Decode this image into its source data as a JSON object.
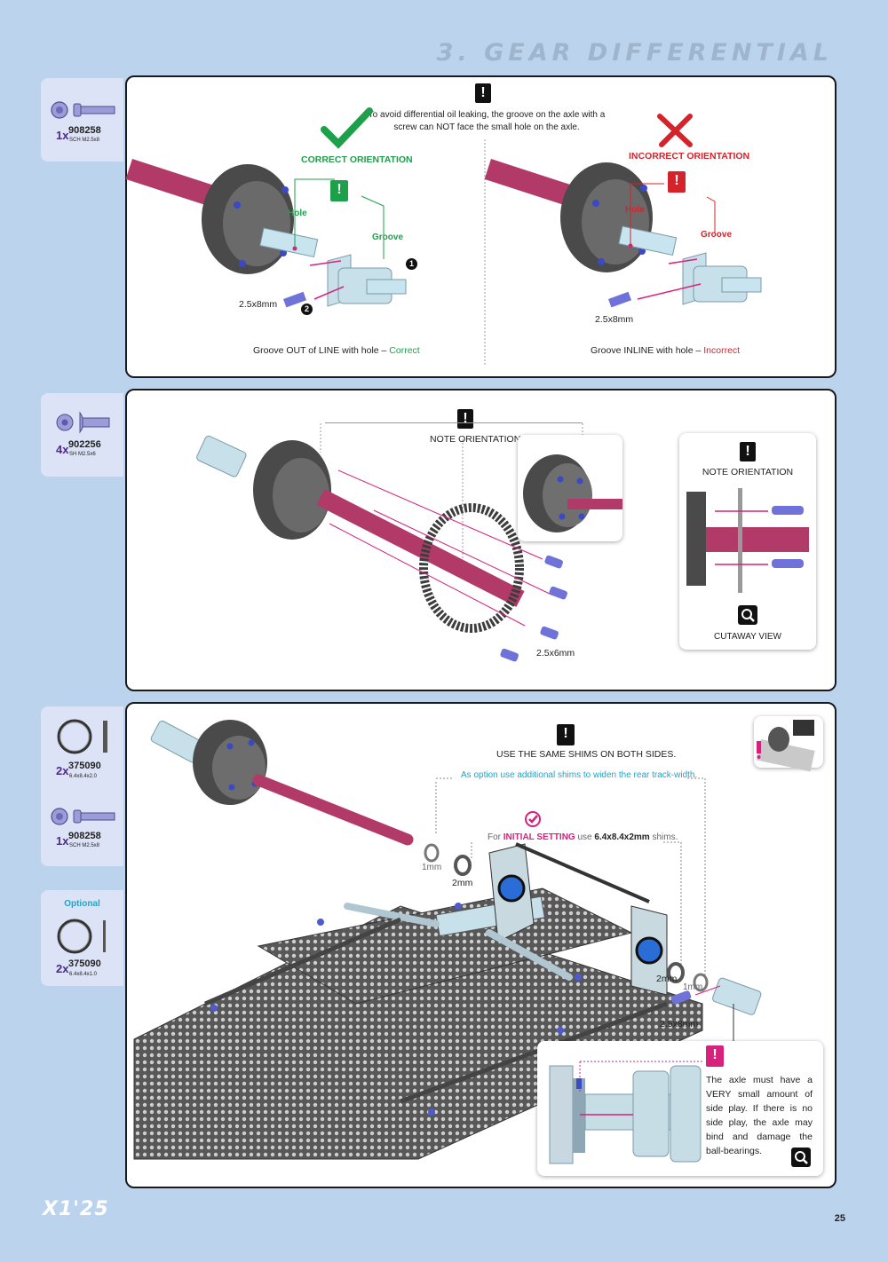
{
  "page_title": "3. GEAR DIFFERENTIAL",
  "logo": "X1'25",
  "page_number": "25",
  "colors": {
    "accent_green": "#1ea04a",
    "accent_red": "#d4232a",
    "accent_magenta": "#d6217d",
    "accent_cyan": "#1fa4c8",
    "background": "#bcd3ee"
  },
  "step1": {
    "parts": [
      {
        "qty": "1x",
        "number": "908258",
        "desc": "SCH M2.5x8"
      }
    ],
    "note": "To avoid differential oil leaking, the groove on the axle with a screw can NOT face the small hole on the axle.",
    "correct_label": "CORRECT ORIENTATION",
    "incorrect_label": "INCORRECT ORIENTATION",
    "hole_label": "Hole",
    "groove_label": "Groove",
    "screw_label": "2.5x8mm",
    "step_num_1": "1",
    "step_num_2": "2",
    "caption_left_prefix": "Groove OUT of LINE with hole – ",
    "caption_left_status": "Correct",
    "caption_right_prefix": "Groove INLINE with hole – ",
    "caption_right_status": "Incorrect"
  },
  "step2": {
    "parts": [
      {
        "qty": "4x",
        "number": "902256",
        "desc": "SH M2.5x6"
      }
    ],
    "note_orientation": "NOTE ORIENTATION",
    "screw_label": "2.5x6mm",
    "inset_note": "NOTE ORIENTATION",
    "cutaway": "CUTAWAY VIEW"
  },
  "step3": {
    "parts": [
      {
        "qty": "2x",
        "number": "375090",
        "desc": "6.4x8.4x2.0"
      },
      {
        "qty": "1x",
        "number": "908258",
        "desc": "SCH M2.5x8"
      }
    ],
    "optional_label": "Optional",
    "optional_parts": [
      {
        "qty": "2x",
        "number": "375090",
        "desc": "6.4x8.4x1.0"
      }
    ],
    "same_shims": "USE THE SAME SHIMS ON BOTH SIDES.",
    "option_note": "As option use additional shims to widen the rear track-width.",
    "initial_prefix": "For ",
    "initial_setting": "INITIAL SETTING",
    "initial_mid": " use ",
    "initial_shim": "6.4x8.4x2mm",
    "initial_suffix": " shims.",
    "shim_1mm": "1mm",
    "shim_2mm": "2mm",
    "screw_label": "2.5x8mm",
    "side_play_note": "The axle must have a VERY small amount of side play. If there is no side play, the axle may bind and damage the ball-bearings."
  }
}
